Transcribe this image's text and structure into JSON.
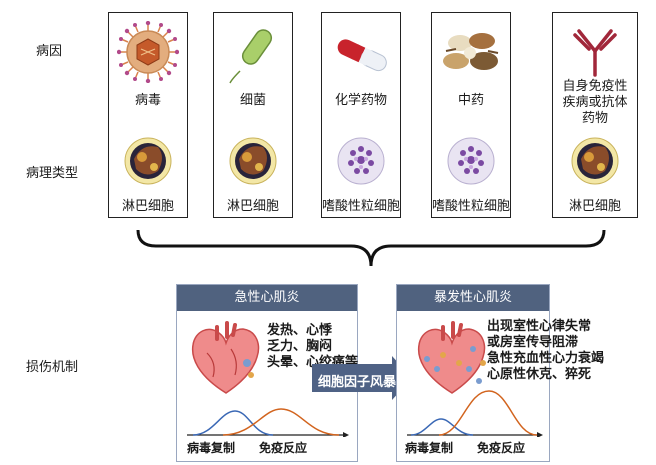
{
  "rows": {
    "cause": "病因",
    "pathology": "病理类型",
    "mechanism": "损伤机制"
  },
  "causes": [
    {
      "name": "病毒",
      "type": "淋巴细胞",
      "icon": "virus"
    },
    {
      "name": "细菌",
      "type": "淋巴细胞",
      "icon": "bacterium"
    },
    {
      "name": "化学药物",
      "type": "嗜酸性粒细胞",
      "icon": "capsule"
    },
    {
      "name": "中药",
      "type": "嗜酸性粒细胞",
      "icon": "herbs"
    },
    {
      "name": "自身免疫性\n疾病或抗体\n药物",
      "type": "淋巴细胞",
      "icon": "antibody"
    }
  ],
  "acute": {
    "title": "急性心肌炎",
    "symptoms": [
      "发热、心悸",
      "乏力、胸闷",
      "头晕、心绞痛等"
    ],
    "axis": {
      "virus": "病毒复制",
      "immune": "免疫反应"
    }
  },
  "arrow": {
    "label": "细胞因子风暴"
  },
  "fulminant": {
    "title": "暴发性心肌炎",
    "symptoms": [
      "出现室性心律失常",
      "或房室传导阻滞",
      "急性充血性心力衰竭",
      "心原性休克、猝死"
    ],
    "axis": {
      "virus": "病毒复制",
      "immune": "免疫反应"
    }
  },
  "colors": {
    "panel_header": "#50627f",
    "arrow": "#4f6285",
    "virus_curve": "#3a68b5",
    "immune_curve": "#d2641e"
  }
}
